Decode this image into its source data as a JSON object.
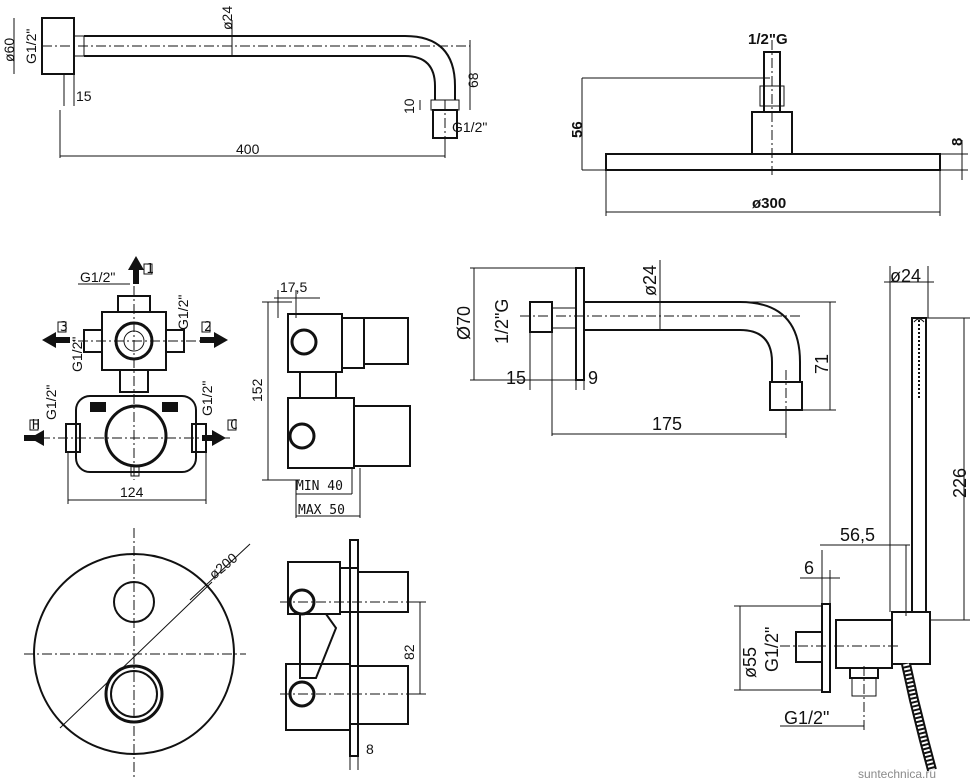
{
  "arm_top": {
    "d60": "ø60",
    "g_left": "G1/2\"",
    "d24": "ø24",
    "d15": "15",
    "d10": "10",
    "d68": "68",
    "g_right": "G1/2\"",
    "d400": "400"
  },
  "head": {
    "thread": "1/2\"G",
    "d56": "56",
    "d8": "8",
    "d300": "ø300"
  },
  "mixer_front": {
    "g_top": "G1/2\"",
    "g_top_right": "G1/2\"",
    "g_left": "G1/2\"",
    "g_low_left": "G1/2\"",
    "g_low_right": "G1/2\"",
    "d124": "124",
    "port_labels": [
      "1",
      "2",
      "3",
      "H",
      "C"
    ]
  },
  "mixer_side": {
    "d17_5": "17,5",
    "d152": "152",
    "min": "MIN 40",
    "max": "MAX 50"
  },
  "plate": {
    "d200": "ø200"
  },
  "mixer_side2": {
    "d82": "82",
    "d8": "8"
  },
  "arm_wall": {
    "d70": "Ø70",
    "thread": "1/2\"G",
    "d24": "ø24",
    "d15": "15",
    "d9": "9",
    "d71": "71",
    "d175": "175"
  },
  "hand": {
    "d24": "ø24",
    "d226": "226",
    "d56_5": "56,5",
    "d6": "6",
    "d55": "ø55",
    "g_mid": "G1/2\"",
    "g_bottom": "G1/2\""
  },
  "watermark": "suntechnica.ru"
}
